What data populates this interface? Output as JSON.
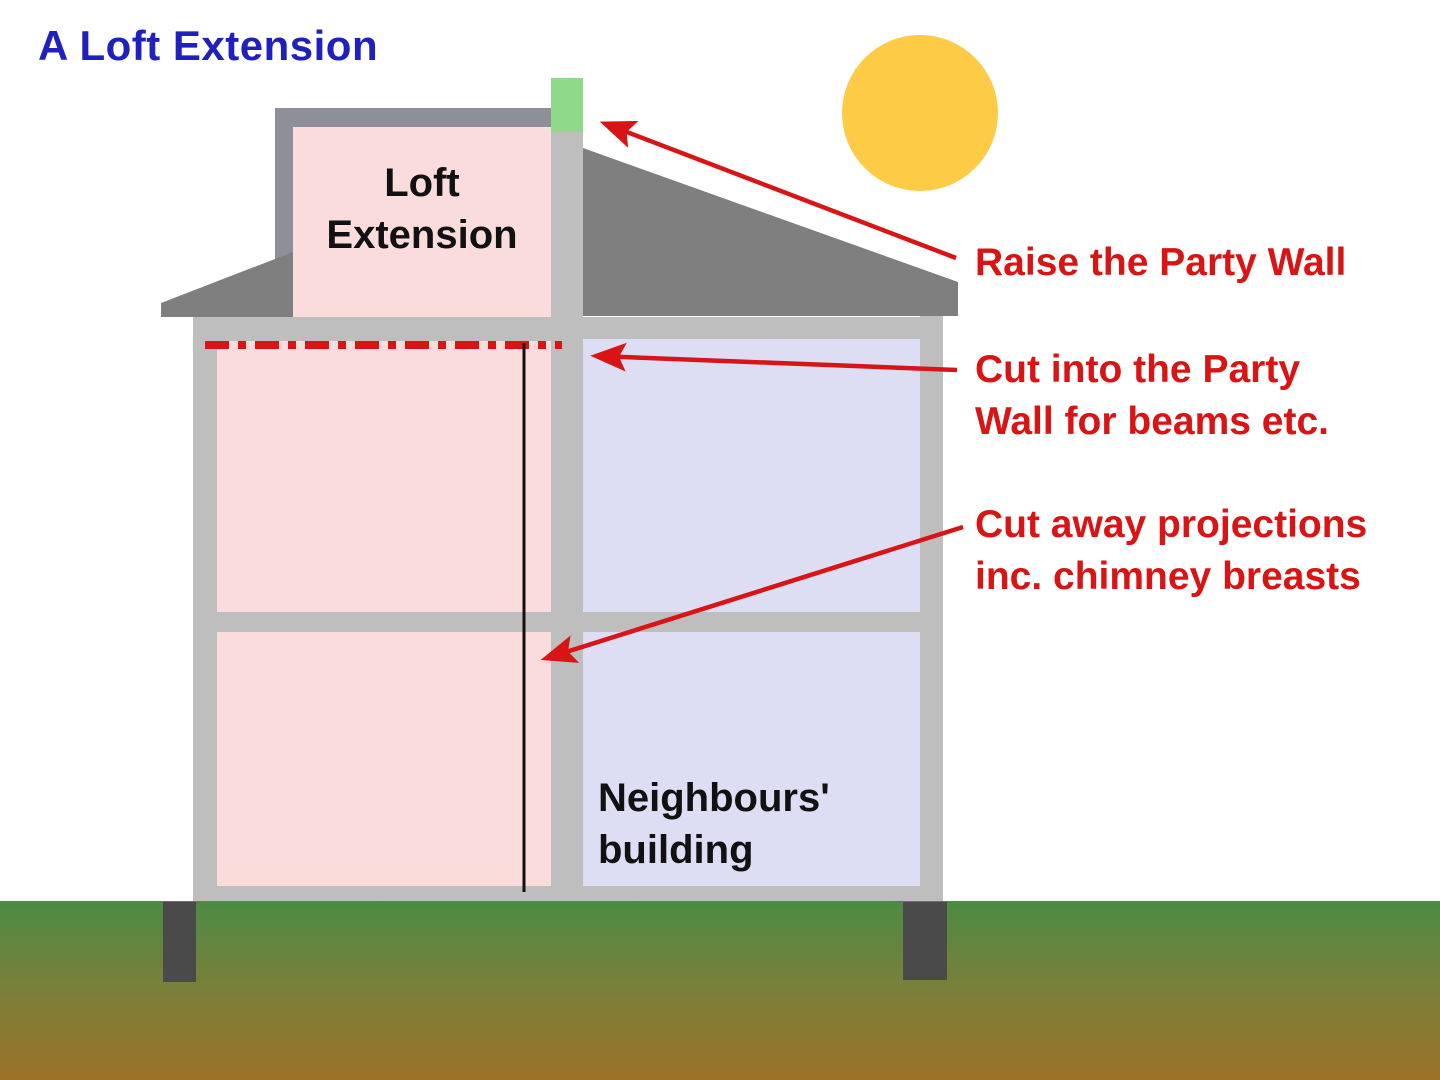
{
  "title": {
    "text": "A Loft Extension"
  },
  "house": {
    "loft_label": {
      "line1": "Loft",
      "line2": "Extension"
    },
    "neighbours_label": {
      "line1": "Neighbours'",
      "line2": "building"
    }
  },
  "annotations": {
    "raise": {
      "line1": "Raise the Party Wall"
    },
    "cut_into": {
      "line1": "Cut into the Party",
      "line2": "Wall for beams etc."
    },
    "cut_away": {
      "line1": "Cut away projections",
      "line2": "inc. chimney breasts"
    }
  },
  "colors": {
    "blue": "#2020BE",
    "red": "#D81414",
    "ink": "#111111",
    "sun": "#FDCB45",
    "green": "#8FD98A",
    "roof": "#7F7F7F",
    "frame": "#8F8F99",
    "wall": "#BEBEBE",
    "pink": "#FBDCDC",
    "lavender": "#DDDDF4",
    "foundation": "#4A4A4A",
    "ground_top": "#4C8B44",
    "ground_mid": "#77803A",
    "ground_bottom": "#9C7228"
  }
}
